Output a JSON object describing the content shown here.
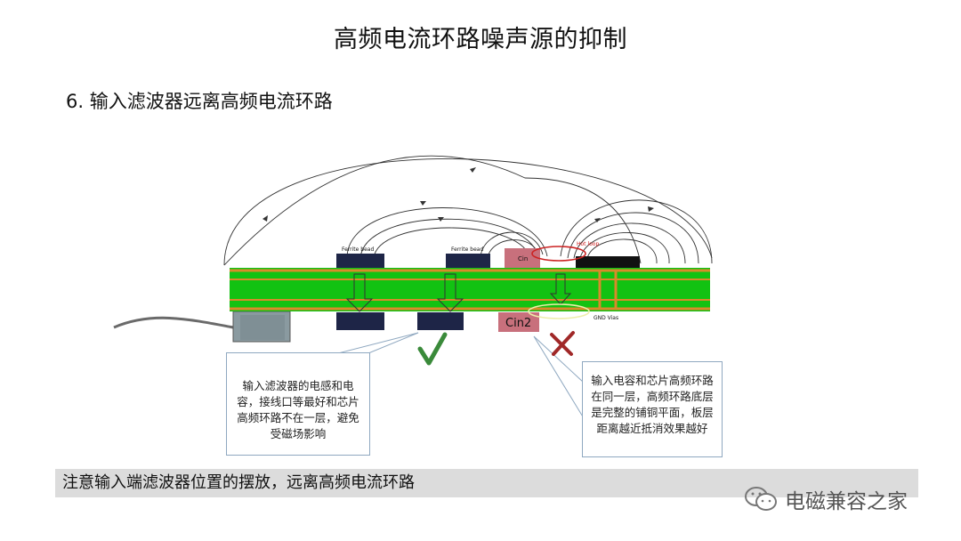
{
  "slide": {
    "title": "高频电流环路噪声源的抑制",
    "subtitle": "6. 输入滤波器远离高频电流环路"
  },
  "diagram": {
    "labels": {
      "ferrite_left": "Ferrite bead",
      "ferrite_right": "Ferrite bead",
      "cin": "Cin",
      "cin2": "Cin2",
      "hot_loop": "Hot loop",
      "gnd_vias": "GND Vias"
    },
    "colors": {
      "pcb_green": "#12c212",
      "copper": "#d98a2b",
      "component_dark": "#1e2547",
      "capacitor": "#c8707c",
      "loop_red": "#cc2222",
      "check_green": "#3a8a3a",
      "cross_red": "#a02828"
    },
    "icons": [
      "check-icon",
      "cross-icon"
    ]
  },
  "callouts": {
    "left": "输入滤波器的电感和电容，接线口等最好和芯片高频环路不在一层，避免受磁场影响",
    "right": "输入电容和芯片高频环路在同一层，高频环路底层是完整的铺铜平面，板层距离越近抵消效果越好"
  },
  "note": "注意输入端滤波器位置的摆放，远离高频电流环路",
  "watermark": "电磁兼容之家"
}
